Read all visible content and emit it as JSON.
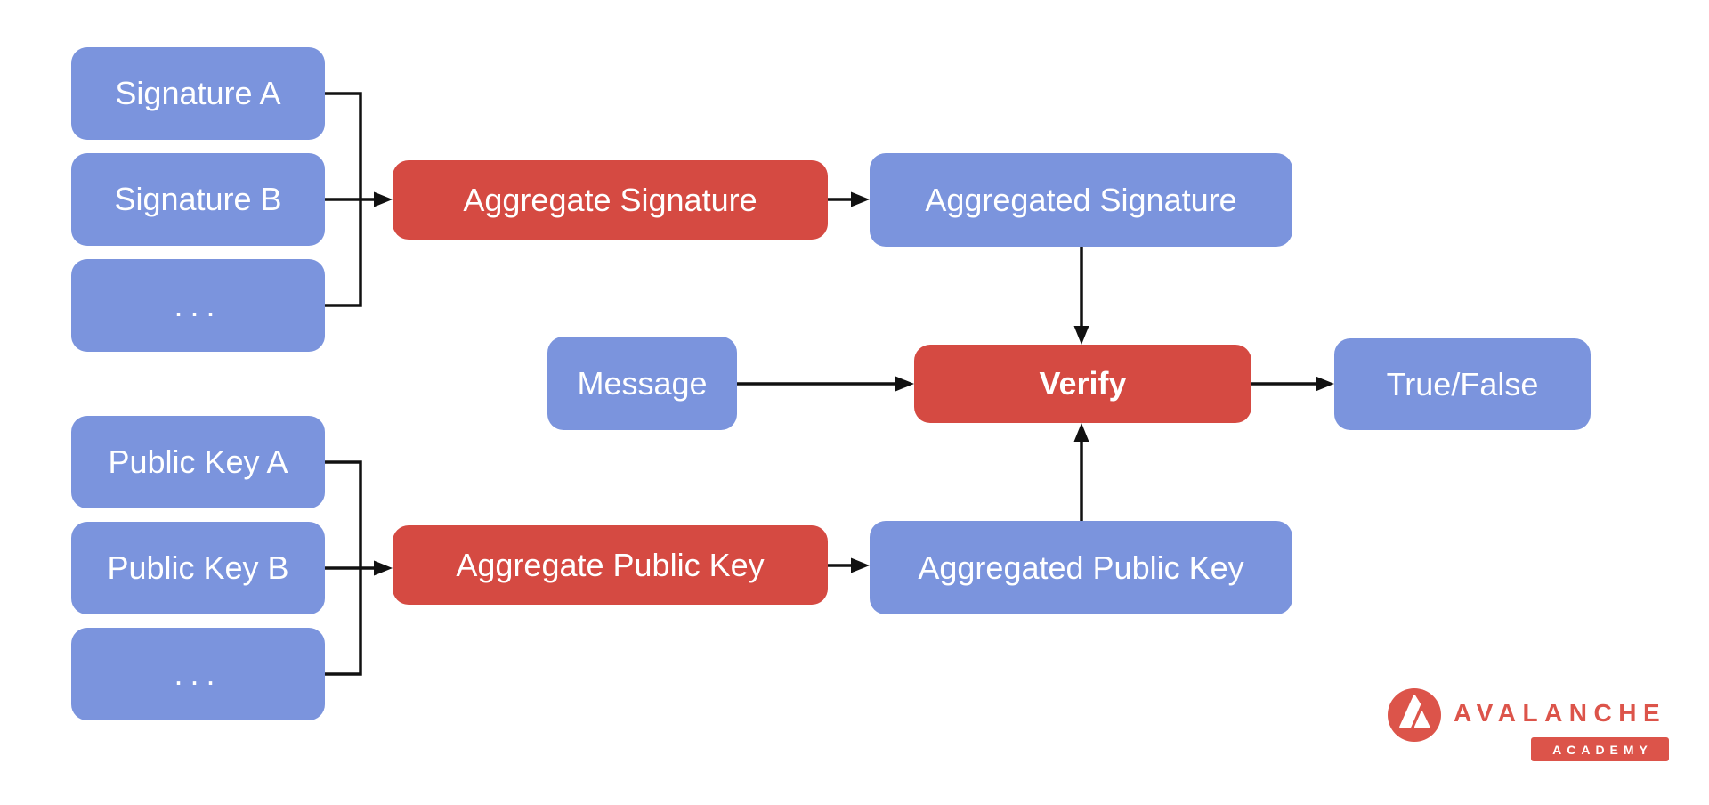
{
  "colors": {
    "node_blue": "#7b94dd",
    "node_red": "#d54a42",
    "node_label": "#ffffff",
    "connector": "#111111",
    "logo_red": "#dc544a",
    "background": "#ffffff"
  },
  "diagram": {
    "nodes": {
      "signature_a": {
        "label": "Signature A",
        "color": "blue"
      },
      "signature_b": {
        "label": "Signature B",
        "color": "blue"
      },
      "signature_more": {
        "label": "...",
        "color": "blue"
      },
      "aggregate_signature": {
        "label": "Aggregate Signature",
        "color": "red"
      },
      "aggregated_signature": {
        "label": "Aggregated Signature",
        "color": "blue"
      },
      "message": {
        "label": "Message",
        "color": "blue"
      },
      "verify": {
        "label": "Verify",
        "color": "red",
        "bold": true
      },
      "true_false": {
        "label": "True/False",
        "color": "blue"
      },
      "public_key_a": {
        "label": "Public Key A",
        "color": "blue"
      },
      "public_key_b": {
        "label": "Public Key B",
        "color": "blue"
      },
      "public_key_more": {
        "label": "...",
        "color": "blue"
      },
      "aggregate_public_key": {
        "label": "Aggregate Public Key",
        "color": "red"
      },
      "aggregated_public_key": {
        "label": "Aggregated Public Key",
        "color": "blue"
      }
    },
    "edges": [
      {
        "from": "signature_a",
        "to": "aggregate_signature"
      },
      {
        "from": "signature_b",
        "to": "aggregate_signature"
      },
      {
        "from": "signature_more",
        "to": "aggregate_signature"
      },
      {
        "from": "aggregate_signature",
        "to": "aggregated_signature"
      },
      {
        "from": "aggregated_signature",
        "to": "verify"
      },
      {
        "from": "message",
        "to": "verify"
      },
      {
        "from": "verify",
        "to": "true_false"
      },
      {
        "from": "public_key_a",
        "to": "aggregate_public_key"
      },
      {
        "from": "public_key_b",
        "to": "aggregate_public_key"
      },
      {
        "from": "public_key_more",
        "to": "aggregate_public_key"
      },
      {
        "from": "aggregate_public_key",
        "to": "aggregated_public_key"
      },
      {
        "from": "aggregated_public_key",
        "to": "verify"
      }
    ]
  },
  "logo": {
    "brand": "AVALANCHE",
    "badge": "ACADEMY"
  }
}
